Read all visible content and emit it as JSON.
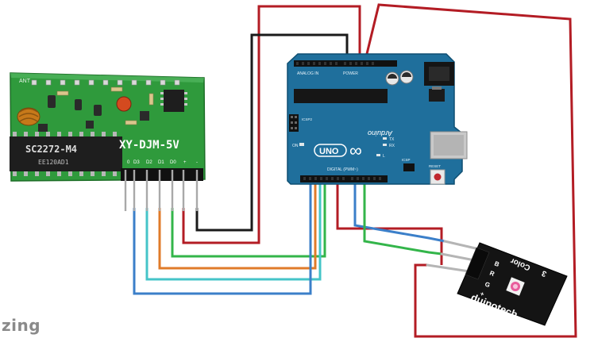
{
  "receiver_module": {
    "label_ant": "ANT",
    "label_chip": "SC2272-M4",
    "label_chip_code": "EE120AD1",
    "label_model": "XY-DJM-5V",
    "pin_marks": [
      "0",
      "D3",
      "D2",
      "D1",
      "D0",
      "+",
      "-"
    ]
  },
  "arduino": {
    "label_name": "Arduino",
    "label_model": "UNO",
    "label_brand": "∞",
    "label_power": "POWER",
    "label_analog": "ANALOG IN",
    "label_digital": "DIGITAL (PWM~)",
    "label_on": "ON",
    "label_tx": "TX",
    "label_rx": "RX",
    "label_l": "L",
    "label_icsp": "ICSP",
    "label_icsp2": "ICSP2",
    "label_reset": "RESET"
  },
  "rgb_module": {
    "label_brand": "duinotech",
    "label_color": "Color",
    "label_number": "3",
    "pin_marks": [
      "B",
      "R",
      "G",
      "+"
    ]
  },
  "watermark": {
    "text": "zing"
  },
  "colors": {
    "board_green": "#2f9a3c",
    "arduino_blue": "#1f6f9c",
    "wire_red": "#b31c24",
    "wire_black": "#1a1a1a",
    "wire_green": "#33b54a",
    "wire_blue": "#3b7fc9",
    "wire_cyan": "#45c4c8",
    "wire_orange": "#e07b2a"
  }
}
